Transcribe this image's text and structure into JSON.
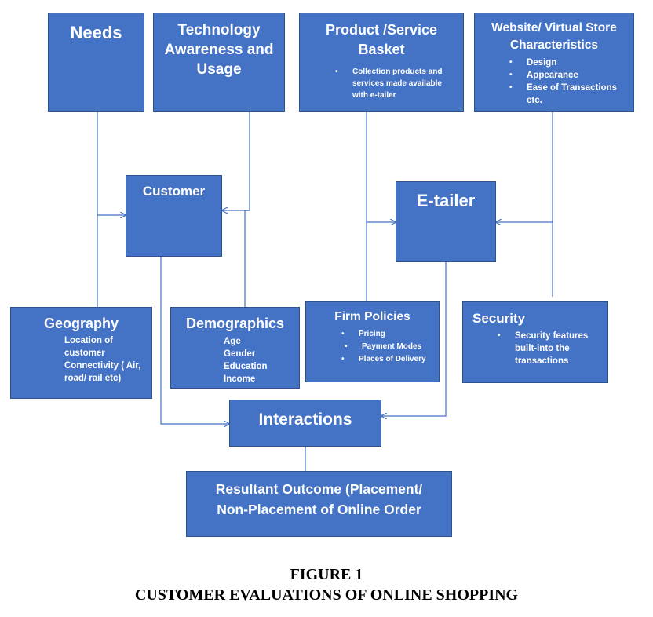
{
  "colors": {
    "box_fill": "#4472c4",
    "box_border": "#2f528f",
    "connector": "#4472c4",
    "text": "#ffffff"
  },
  "nodes": {
    "needs": {
      "title": "Needs"
    },
    "technology": {
      "title": "Technology Awareness and Usage"
    },
    "product_service": {
      "title": "Product /Service Basket",
      "bullets": [
        "Collection products and services made available with e-tailer"
      ]
    },
    "website": {
      "title": "Website/ Virtual Store Characteristics",
      "bullets": [
        "Design",
        "Appearance",
        "Ease of Transactions etc."
      ]
    },
    "customer": {
      "title": "Customer"
    },
    "etailer": {
      "title": "E-tailer"
    },
    "geography": {
      "title": "Geography",
      "bullets": [
        "Location of customer",
        "Connectivity ( Air, road/ rail etc)"
      ]
    },
    "demographics": {
      "title": "Demographics",
      "bullets": [
        "Age",
        "Gender",
        "Education",
        "Income"
      ]
    },
    "firm_policies": {
      "title": "Firm Policies",
      "bullets": [
        "Pricing",
        "Payment Modes",
        "Places of Delivery"
      ]
    },
    "security": {
      "title": "Security",
      "bullets": [
        "Security features built-into the transactions"
      ]
    },
    "interactions": {
      "title": "Interactions"
    },
    "outcome": {
      "title": "Resultant Outcome (Placement/ Non-Placement of Online Order"
    }
  },
  "caption": {
    "figure": "FIGURE 1",
    "title": "CUSTOMER EVALUATIONS OF ONLINE SHOPPING"
  }
}
